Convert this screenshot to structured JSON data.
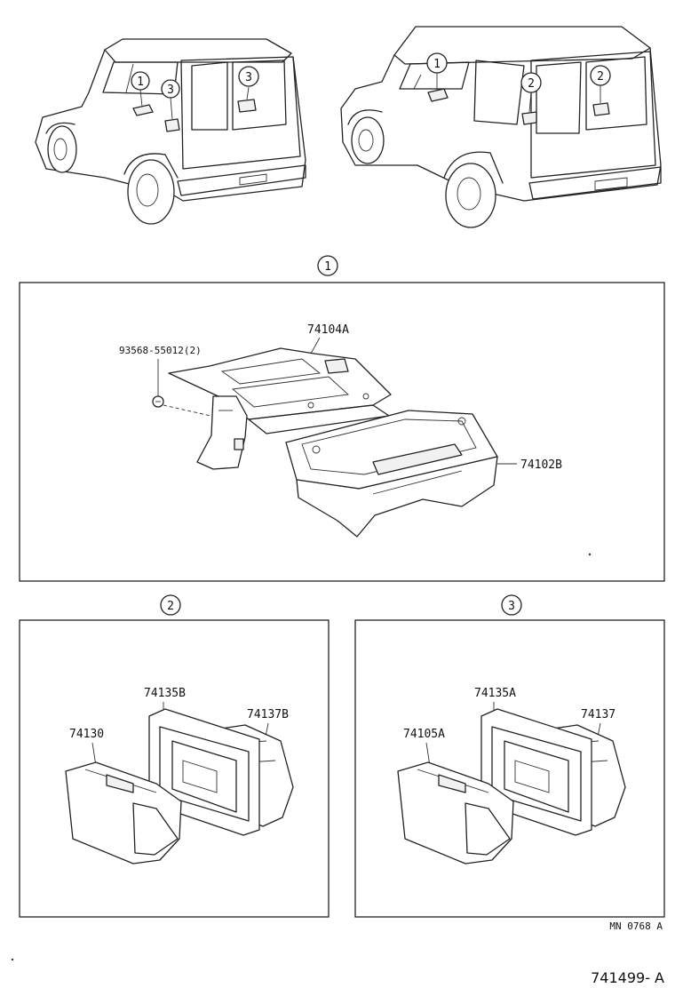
{
  "vehicle_views": {
    "short_body_callouts": [
      "1",
      "3",
      "3"
    ],
    "long_body_callouts": [
      "1",
      "2",
      "2"
    ]
  },
  "section_1": {
    "marker": "1",
    "parts": {
      "fastener": "93568-55012(2)",
      "bracket": "74104A",
      "tray": "74102B"
    }
  },
  "section_2": {
    "marker": "2",
    "parts": {
      "ashtray": "74130",
      "frame": "74135B",
      "housing": "74137B"
    }
  },
  "section_3": {
    "marker": "3",
    "parts": {
      "ashtray": "74105A",
      "frame": "74135A",
      "housing": "74137"
    }
  },
  "footer": {
    "drawing_code": "MN 0768 A",
    "catalog_number": "741499- A"
  }
}
